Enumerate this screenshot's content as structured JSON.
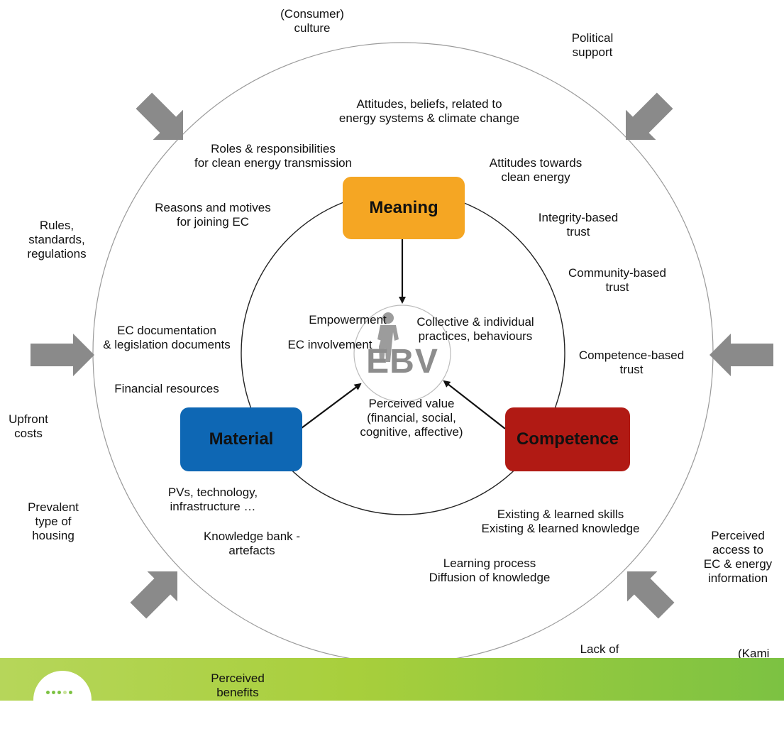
{
  "colors": {
    "meaning": "#f5a623",
    "material": "#0e67b4",
    "competence": "#b11a14",
    "arrow_grey": "#8a8a8a",
    "footer_start": "#b6d65a",
    "footer_end": "#7cc242"
  },
  "center": {
    "label": "EBV"
  },
  "elements": {
    "meaning": "Meaning",
    "material": "Material",
    "competence": "Competence"
  },
  "outer_influences": {
    "consumer_culture": "(Consumer)\nculture",
    "political_support": "Political\nsupport",
    "rules": "Rules,\nstandards,\nregulations",
    "upfront_costs": "Upfront\ncosts",
    "housing": "Prevalent\ntype of\nhousing",
    "perceived_access": "Perceived\naccess to\nEC & energy\ninformation",
    "lack_knowledge": "Lack of\nknowledge",
    "perceived_benefits": "Perceived\nbenefits",
    "citation": "(Kami"
  },
  "ring_labels": {
    "attitudes_beliefs": "Attitudes, beliefs, related to\nenergy systems & climate change",
    "roles": "Roles & responsibilities\nfor clean energy transmission",
    "attitudes_clean": "Attitudes towards\nclean energy",
    "reasons": "Reasons and motives\nfor joining EC",
    "integrity_trust": "Integrity-based\ntrust",
    "community_trust": "Community-based\ntrust",
    "ec_documentation": "EC documentation\n& legislation documents",
    "competence_trust": "Competence-based\ntrust",
    "financial_resources": "Financial resources",
    "pvs": "PVs, technology,\ninfrastructure …",
    "skills": "Existing & learned skills\nExisting & learned knowledge",
    "knowledge_bank": "Knowledge bank -\nartefacts",
    "learning": "Learning process\nDiffusion of knowledge"
  },
  "inner_labels": {
    "empowerment": "Empowerment",
    "collective": "Collective & individual\npractices, behaviours",
    "ec_involvement": "EC involvement",
    "perceived_value": "Perceived value\n(financial, social,\ncognitive, affective)"
  }
}
